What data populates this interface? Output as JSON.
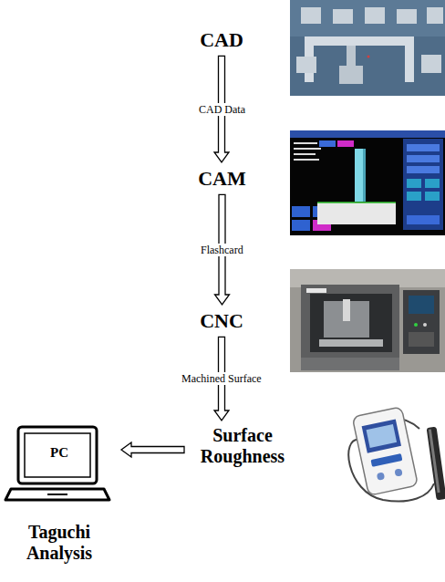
{
  "diagram": {
    "nodes": [
      {
        "text": [
          "CAD"
        ]
      },
      {
        "text": [
          "CAM"
        ]
      },
      {
        "text": [
          "CNC"
        ]
      },
      {
        "text": [
          "Surface Roughness"
        ]
      },
      {
        "text": [
          "PC",
          "Taguchi Analysis"
        ]
      }
    ],
    "edges": [
      {
        "from": 0,
        "to": 1,
        "arrow": "to",
        "label": "CAD Data"
      },
      {
        "from": 1,
        "to": 2,
        "arrow": "to",
        "label": "Flashcard"
      },
      {
        "from": 2,
        "to": 3,
        "arrow": "to",
        "label": "Machined Surface"
      },
      {
        "from": 3,
        "to": 4,
        "arrow": "to"
      }
    ]
  }
}
